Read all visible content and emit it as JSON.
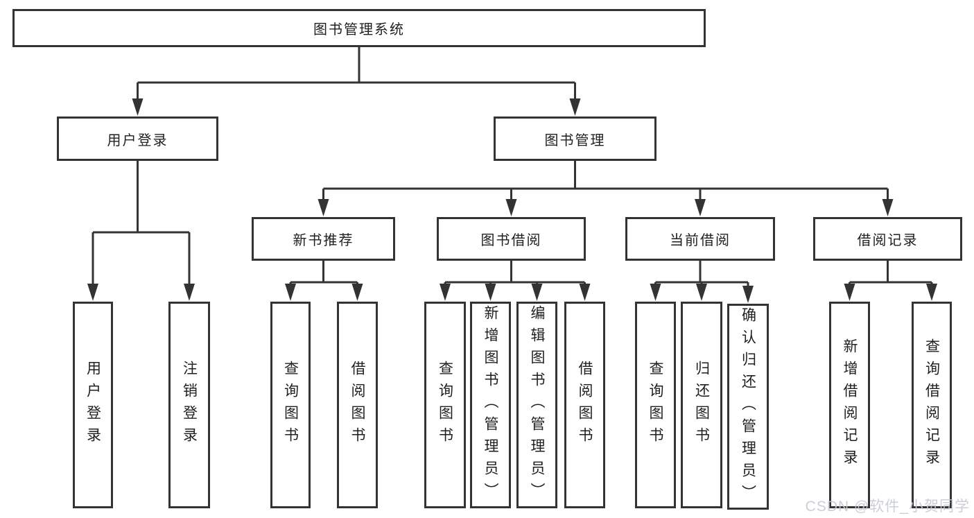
{
  "diagram": {
    "root": {
      "id": "root",
      "label": "图书管理系统"
    },
    "level2": [
      {
        "id": "user-login",
        "label": "用户登录"
      },
      {
        "id": "book-management",
        "label": "图书管理"
      }
    ],
    "level3": [
      {
        "id": "new-book-recommend",
        "label": "新书推荐",
        "parent": "book-management"
      },
      {
        "id": "book-borrowing",
        "label": "图书借阅",
        "parent": "book-management"
      },
      {
        "id": "current-borrowing",
        "label": "当前借阅",
        "parent": "book-management"
      },
      {
        "id": "borrowing-records",
        "label": "借阅记录",
        "parent": "book-management"
      }
    ],
    "groups": [
      {
        "parent": "user-login",
        "children": [
          "用户登录",
          "注销登录"
        ]
      },
      {
        "parent": "new-book-recommend",
        "children": [
          "查询图书",
          "借阅图书"
        ]
      },
      {
        "parent": "book-borrowing",
        "children": [
          "查询图书",
          "新增图书（管理员）",
          "编辑图书（管理员）",
          "借阅图书"
        ]
      },
      {
        "parent": "current-borrowing",
        "children": [
          "查询图书",
          "归还图书",
          "确认归还（管理员）"
        ]
      },
      {
        "parent": "borrowing-records",
        "children": [
          "新增借阅记录",
          "查询借阅记录"
        ]
      }
    ]
  },
  "watermark": {
    "text": "CSDN @软件_小贺同学"
  },
  "colors": {
    "line": "#333333",
    "box_border": "#333333",
    "text": "#1f1f1f",
    "watermark": "#c6cad1",
    "background": "#ffffff"
  }
}
